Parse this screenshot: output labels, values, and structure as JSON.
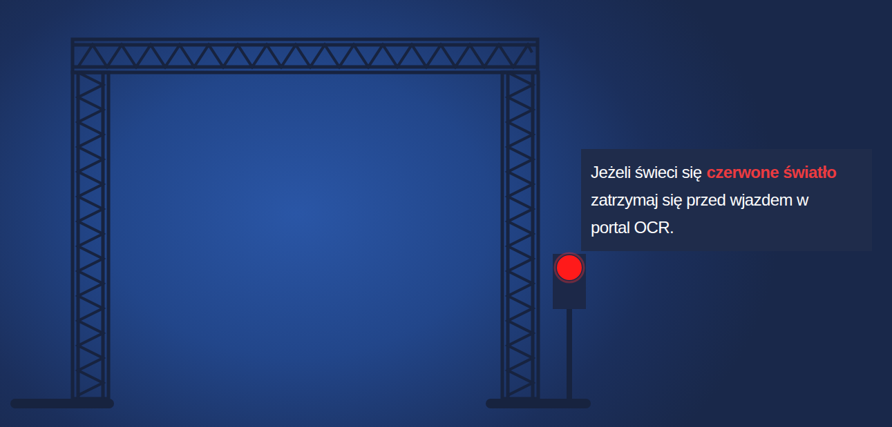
{
  "diagram": {
    "nodes": [
      {
        "text": [
          "Jeżeli świeci się",
          "czerwone światło",
          "zatrzymaj się przed wjazdem w portal OCR."
        ]
      }
    ]
  }
}
